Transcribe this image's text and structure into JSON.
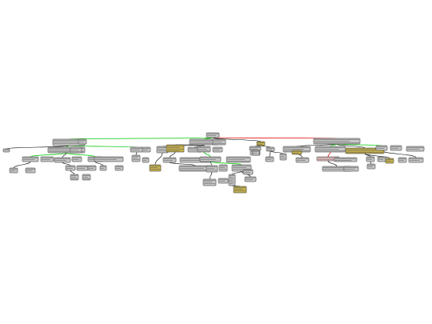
{
  "diagram": {
    "type": "tree",
    "label_text": "",
    "root": {
      "id": "root",
      "fill": "#c8c8c8"
    },
    "node_count": 80,
    "edge_colors": {
      "primary": "#000000",
      "accent_green": "#00c800",
      "accent_red": "#dd0000"
    },
    "node_fills": {
      "default": "#c8c8c8",
      "highlight_olive": "#c8b450",
      "highlight_red": "#f0c8c8"
    },
    "notes": ""
  }
}
